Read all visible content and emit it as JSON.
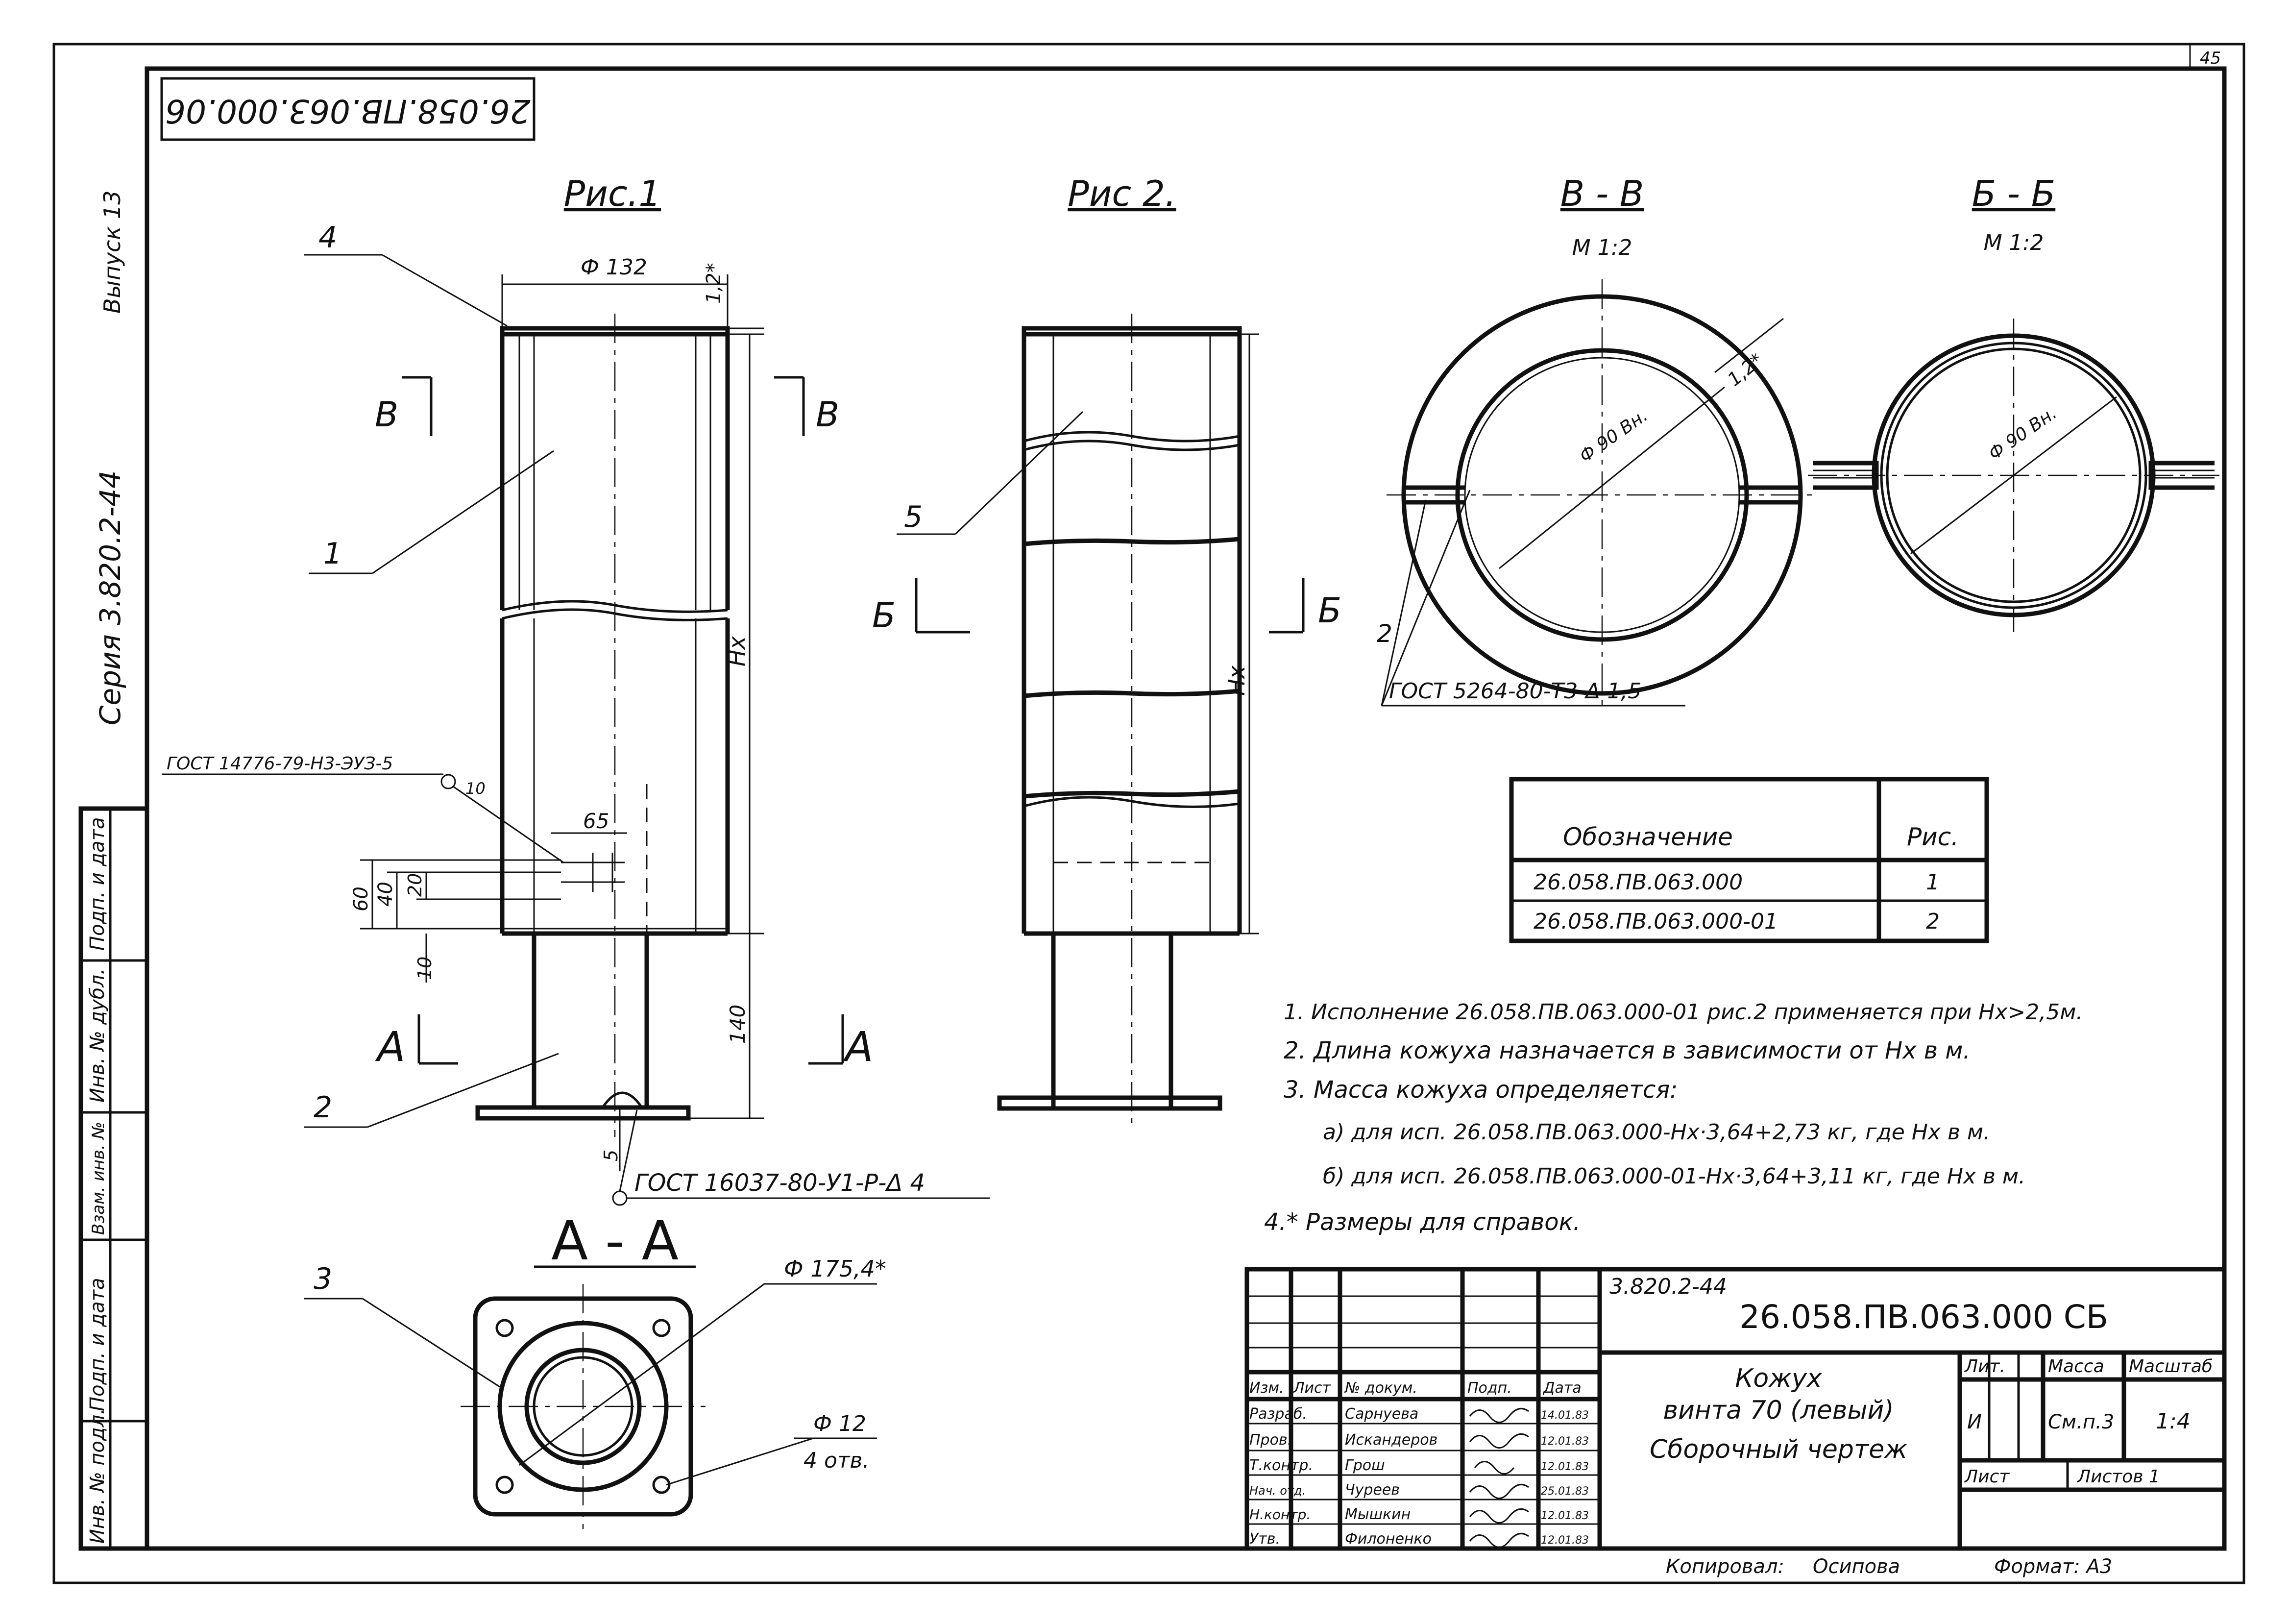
{
  "page_number": "45",
  "rotated_code": "26.058.ПВ.063.000.06",
  "side_series": "Серия 3.820.2-44",
  "side_issue": "Выпуск 13",
  "side_cells": [
    "Подп. и дата",
    "Инв. № дубл.",
    "Взам. инв. №",
    "Подп. и дата",
    "Инв. № подл."
  ],
  "fig1": {
    "title": "Рис.1",
    "dia": "Ф 132",
    "dim_12": "1,2*",
    "hx": "Hx",
    "d140": "140",
    "d65": "65",
    "d60": "60",
    "d40": "40",
    "d20": "20",
    "d10": "10",
    "d5": "5",
    "gost_weld": "ГОСТ 14776-79-Н3-ЭУЗ-5",
    "gost_weld_num": "10",
    "gost_bottom": "ГОСТ 16037-80-У1-Р-Δ 4",
    "sec_b": "В",
    "sec_a": "А",
    "p1": "1",
    "p2": "2",
    "p4": "4"
  },
  "fig2": {
    "title": "Рис 2.",
    "hx": "Hx",
    "sec_b": "Б",
    "p5": "5"
  },
  "sec_vv": {
    "title": "В - В",
    "scale": "М 1:2",
    "dia": "Ф 90 Вн.",
    "dim": "1,2*",
    "p2": "2",
    "gost": "ГОСТ 5264-80-Т3-Δ 1,5"
  },
  "sec_bb": {
    "title": "Б - Б",
    "scale": "М 1:2",
    "dia": "Ф 90 Вн."
  },
  "sec_aa": {
    "title": "А - А",
    "dia": "Ф 175,4*",
    "hole": "Ф 12",
    "holes_count": "4 отв.",
    "p3": "3"
  },
  "variants_table": {
    "headers": [
      "Обозначение",
      "Рис."
    ],
    "rows": [
      [
        "26.058.ПВ.063.000",
        "1"
      ],
      [
        "26.058.ПВ.063.000-01",
        "2"
      ]
    ]
  },
  "notes": [
    "1. Исполнение 26.058.ПВ.063.000-01 рис.2 применяется при Hx>2,5м.",
    "2. Длина кожуха назначается в зависимости от Hx в м.",
    "3. Масса кожуха определяется:",
    "а) для исп. 26.058.ПВ.063.000-Hx·3,64+2,73 кг, где Hx в м.",
    "б) для исп. 26.058.ПВ.063.000-01-Hx·3,64+3,11 кг, где Hx в м.",
    "4.* Размеры для справок."
  ],
  "title_block": {
    "series": "3.820.2-44",
    "code": "26.058.ПВ.063.000 СБ",
    "name_line1": "Кожух",
    "name_line2": "винта 70 (левый)",
    "name_line3": "Сборочный чертеж",
    "lit_label": "Лит.",
    "mass_label": "Масса",
    "scale_label": "Масштаб",
    "lit_value": "И",
    "mass_value": "См.п.3",
    "scale_value": "1:4",
    "sheet_label": "Лист",
    "sheets_label": "Листов 1",
    "header_cells": [
      "Изм.",
      "Лист",
      "№ докум.",
      "Подп.",
      "Дата"
    ],
    "signers": [
      {
        "role": "Разраб.",
        "name": "Сарнуева",
        "date": "14.01.83"
      },
      {
        "role": "Пров.",
        "name": "Искандеров",
        "date": "12.01.83"
      },
      {
        "role": "Т.контр.",
        "name": "Грош",
        "date": "12.01.83"
      },
      {
        "role": "Нач. отд.",
        "name": "Чуреев",
        "date": "25.01.83"
      },
      {
        "role": "Н.контр.",
        "name": "Мышкин",
        "date": "12.01.83"
      },
      {
        "role": "Утв.",
        "name": "Филоненко",
        "date": "12.01.83"
      }
    ]
  },
  "copied_label": "Копировал:",
  "copied_name": "Осипова",
  "format": "Формат: А3"
}
